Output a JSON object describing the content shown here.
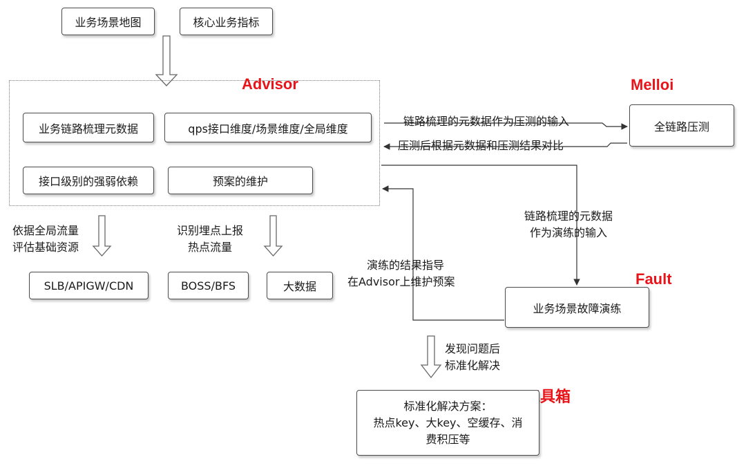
{
  "top_boxes": {
    "scene_map": "业务场景地图",
    "core_metrics": "核心业务指标"
  },
  "advisor": {
    "title": "Advisor",
    "metadata_box": "业务链路梳理元数据",
    "qps_box": "qps接口维度/场景维度/全局维度",
    "dependency_box": "接口级别的强弱依赖",
    "plan_box": "预案的维护"
  },
  "melloi": {
    "title": "Melloi",
    "box": "全链路压测",
    "arrow_to_label": "链路梳理的元数据作为压测的输入",
    "arrow_back_label": "压测后根据元数据和压测结果对比"
  },
  "left_bottom": {
    "resource_label_1": "依据全局流量",
    "resource_label_2": "评估基础资源",
    "slb_box": "SLB/APIGW/CDN",
    "hotspot_label_1": "识别埋点上报",
    "hotspot_label_2": "热点流量",
    "boss_box": "BOSS/BFS",
    "bigdata_box": "大数据"
  },
  "fault": {
    "title": "Fault",
    "box": "业务场景故障演练",
    "input_label_1": "链路梳理的元数据",
    "input_label_2": "作为演练的输入",
    "result_label_1": "演练的结果指导",
    "result_label_2": "在Advisor上维护预案"
  },
  "toolbox": {
    "title": "工具箱",
    "discover_label_1": "发现问题后",
    "discover_label_2": "标准化解决",
    "box_line_1": "标准化解决方案：",
    "box_line_2": "热点key、大key、空缓存、消",
    "box_line_3": "费积压等"
  }
}
